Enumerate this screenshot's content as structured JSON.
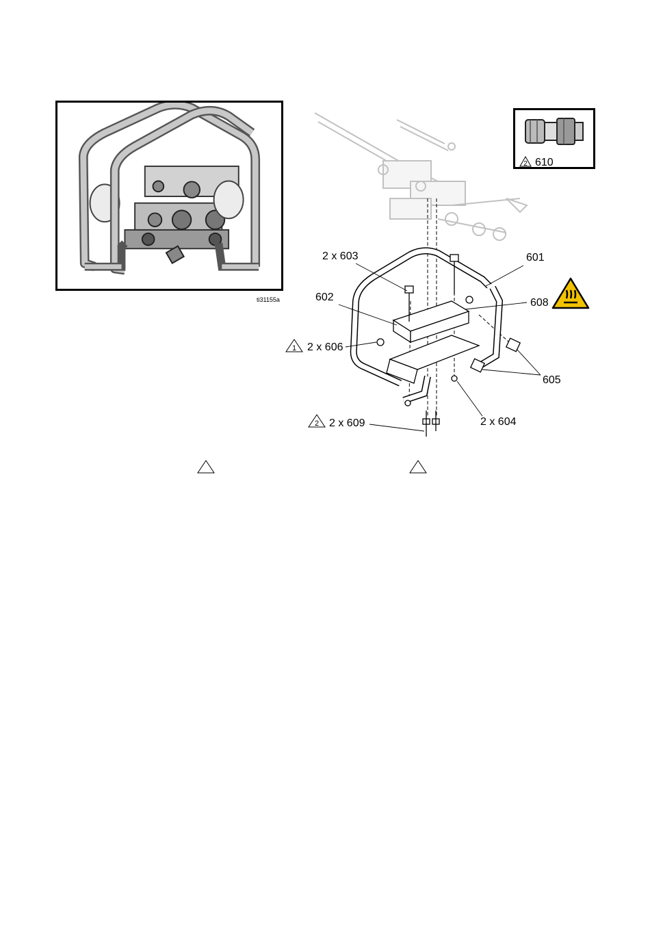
{
  "figure": {
    "photo_caption": "ti31155a",
    "labels": {
      "l603": "2 x 603",
      "l601": "601",
      "l602": "602",
      "l608": "608",
      "l606": "2 x 606",
      "l605": "605",
      "l609": "2 x 609",
      "l604": "2 x 604",
      "l610": "610"
    },
    "notes": {
      "n1": "1",
      "n2": "2",
      "n2_inset": "2"
    },
    "warning_color": "#f2c200"
  }
}
